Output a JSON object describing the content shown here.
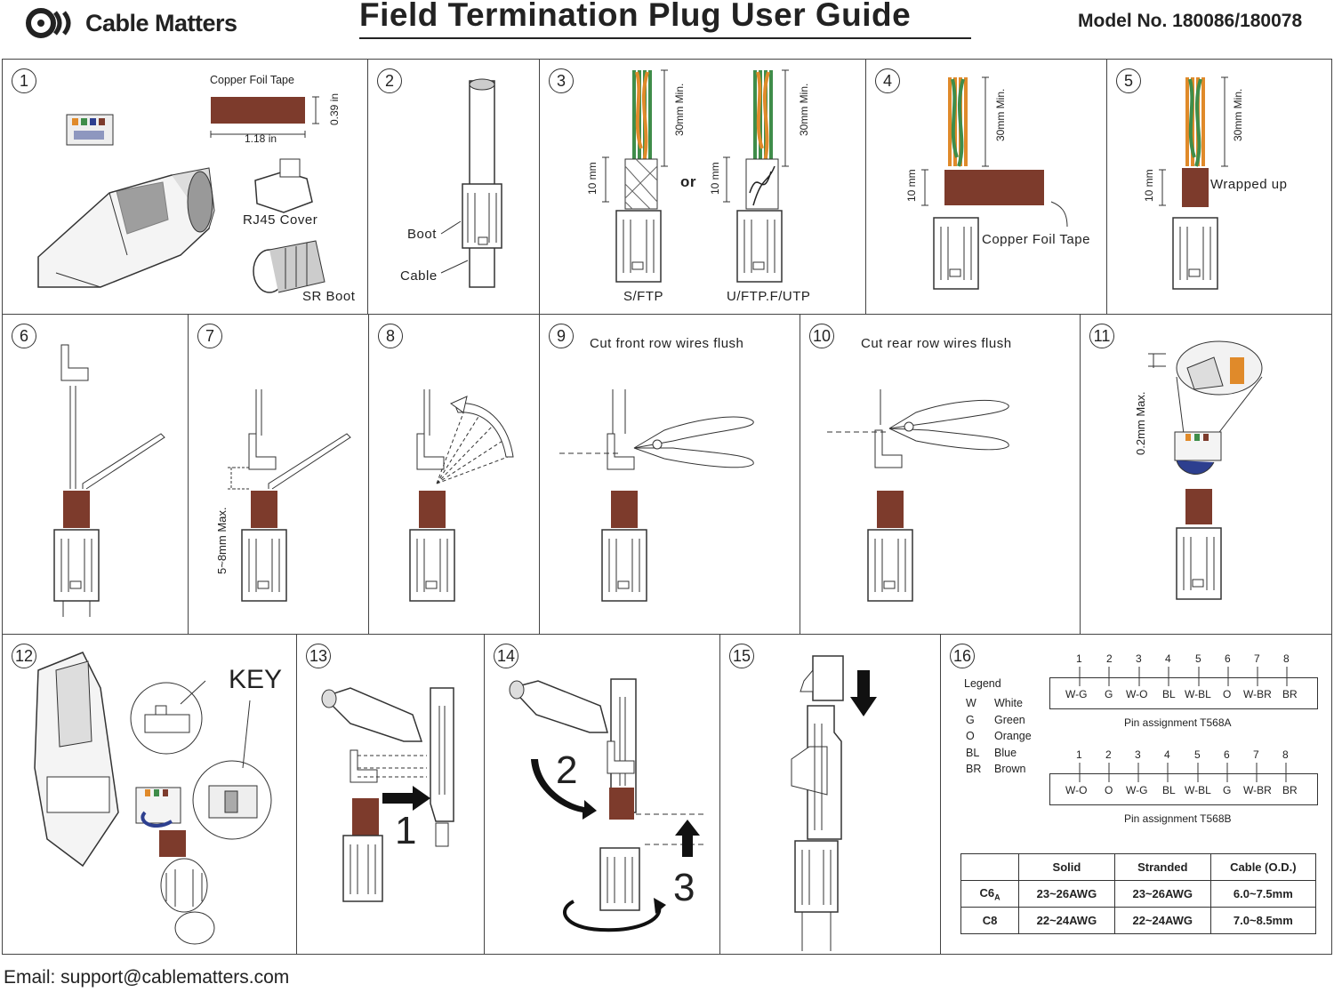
{
  "header": {
    "brand": "Cable Matters",
    "title": "Field Termination Plug User Guide",
    "model": "Model No. 180086/180078"
  },
  "colors": {
    "copper": "#7d3b2c",
    "orange": "#e08a2a",
    "green": "#3f8d4a",
    "blue": "#2d3f8f",
    "ink": "#222222"
  },
  "steps": {
    "s1": {
      "num": "1",
      "copper_tape": "Copper Foil Tape",
      "dim_h": "0.39 in",
      "dim_w": "1.18 in",
      "rj45": "RJ45 Cover",
      "boot": "SR Boot"
    },
    "s2": {
      "num": "2",
      "boot": "Boot",
      "cable": "Cable"
    },
    "s3": {
      "num": "3",
      "min": "30mm Min.",
      "ten": "10 mm",
      "or": "or",
      "sftp": "S/FTP",
      "uftp": "U/FTP.F/UTP"
    },
    "s4": {
      "num": "4",
      "min": "30mm Min.",
      "ten": "10 mm",
      "tape": "Copper Foil Tape"
    },
    "s5": {
      "num": "5",
      "min": "30mm Min.",
      "ten": "10 mm",
      "wrapped": "Wrapped  up"
    },
    "s6": {
      "num": "6"
    },
    "s7": {
      "num": "7",
      "max": "5~8mm Max."
    },
    "s8": {
      "num": "8"
    },
    "s9": {
      "num": "9",
      "caption": "Cut front row wires flush"
    },
    "s10": {
      "num": "10",
      "caption": "Cut rear row wires flush"
    },
    "s11": {
      "num": "11",
      "max": "0.2mm Max."
    },
    "s12": {
      "num": "12",
      "key": "KEY"
    },
    "s13": {
      "num": "13",
      "step1": "1"
    },
    "s14": {
      "num": "14",
      "step2": "2",
      "step3": "3"
    },
    "s15": {
      "num": "15"
    },
    "s16": {
      "num": "16"
    }
  },
  "legend": {
    "title": "Legend",
    "items": [
      {
        "code": "W",
        "name": "White"
      },
      {
        "code": "G",
        "name": "Green"
      },
      {
        "code": "O",
        "name": "Orange"
      },
      {
        "code": "BL",
        "name": "Blue"
      },
      {
        "code": "BR",
        "name": "Brown"
      }
    ]
  },
  "pins": {
    "numbers": [
      "1",
      "2",
      "3",
      "4",
      "5",
      "6",
      "7",
      "8"
    ],
    "t568a": {
      "codes": [
        "W-G",
        "G",
        "W-O",
        "BL",
        "W-BL",
        "O",
        "W-BR",
        "BR"
      ],
      "caption": "Pin assignment T568A"
    },
    "t568b": {
      "codes": [
        "W-O",
        "O",
        "W-G",
        "BL",
        "W-BL",
        "G",
        "W-BR",
        "BR"
      ],
      "caption": "Pin assignment T568B"
    }
  },
  "spec_table": {
    "headers": [
      "",
      "Solid",
      "Stranded",
      "Cable (O.D.)"
    ],
    "rows": [
      {
        "type": "C6",
        "sub": "A",
        "solid": "23~26AWG",
        "stranded": "23~26AWG",
        "od": "6.0~7.5mm"
      },
      {
        "type": "C8",
        "sub": "",
        "solid": "22~24AWG",
        "stranded": "22~24AWG",
        "od": "7.0~8.5mm"
      }
    ]
  },
  "footer": {
    "email": "Email: support@cablematters.com"
  }
}
